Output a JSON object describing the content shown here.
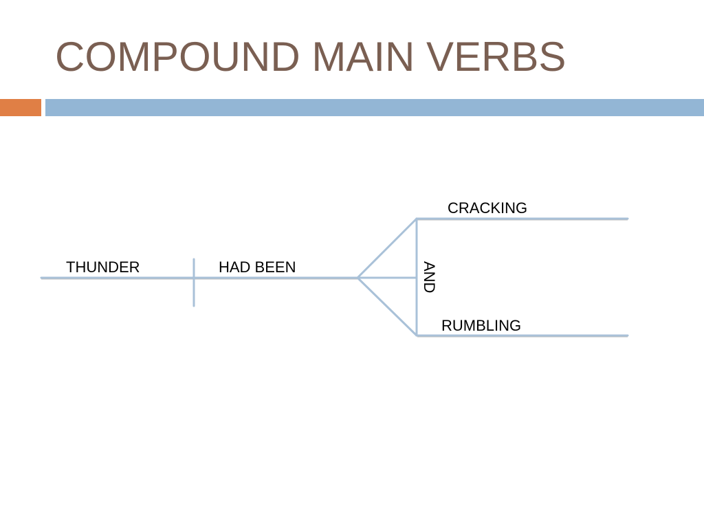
{
  "slide": {
    "title": "COMPOUND MAIN VERBS"
  },
  "diagram": {
    "subject": "THUNDER",
    "helping_verbs": "HAD BEEN",
    "verb_top": "CRACKING",
    "verb_bottom": "RUMBLING",
    "conjunction": "AND"
  },
  "colors": {
    "title": "#7a5f52",
    "accent_orange": "#e07f45",
    "accent_blue": "#93b6d5",
    "diagram_line": "#a9c1d8"
  }
}
